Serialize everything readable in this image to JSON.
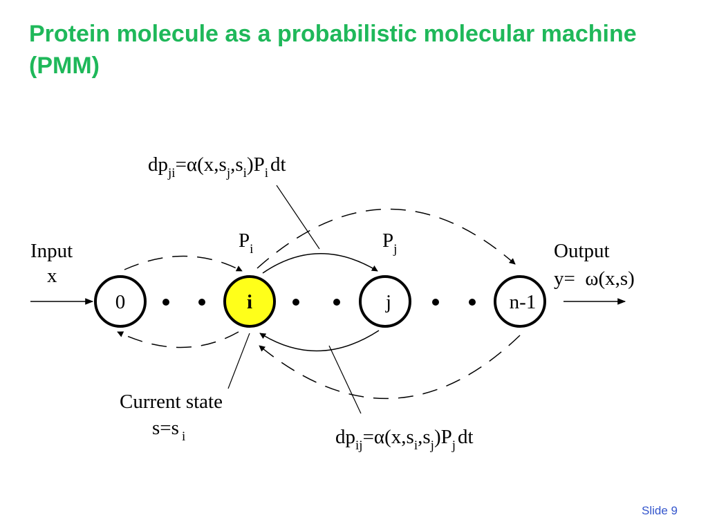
{
  "slide": {
    "title": "Protein molecule as a probabilistic molecular machine  (PMM)",
    "number": "Slide 9"
  },
  "colors": {
    "title": "#1fb85a",
    "slide_number": "#3355cc",
    "current_state_fill": "#ffff1a",
    "stroke": "#000000"
  },
  "diagram": {
    "nodes": [
      "0",
      "i",
      "j",
      "n-1"
    ],
    "dots": "•",
    "input": {
      "line1": "Input",
      "line2": "x"
    },
    "output": {
      "line1": "Output",
      "line2": "y=  ω(x,s)"
    },
    "p_i": {
      "base": "P",
      "sub": "i"
    },
    "p_j": {
      "base": "P",
      "sub": "j"
    },
    "current_state": {
      "line1": "Current state",
      "line2_base": "s=s",
      "line2_sub": "i"
    },
    "formula_top": {
      "dp": "dp",
      "sub_ji": "ji",
      "eq": "=",
      "alpha": "α",
      "open": "(x,s",
      "sub_j": "j",
      "comma": ",s",
      "sub_i": "i",
      "close": ")P",
      "sub_i2": "i",
      "dt": "dt"
    },
    "formula_bottom": {
      "dp": "dp",
      "sub_ij": "ij",
      "eq": "=",
      "alpha": "α",
      "open": "(x,s",
      "sub_i": "i",
      "comma": ",s",
      "sub_j": "j",
      "close": ")P",
      "sub_j2": "j",
      "dt": "dt"
    }
  }
}
